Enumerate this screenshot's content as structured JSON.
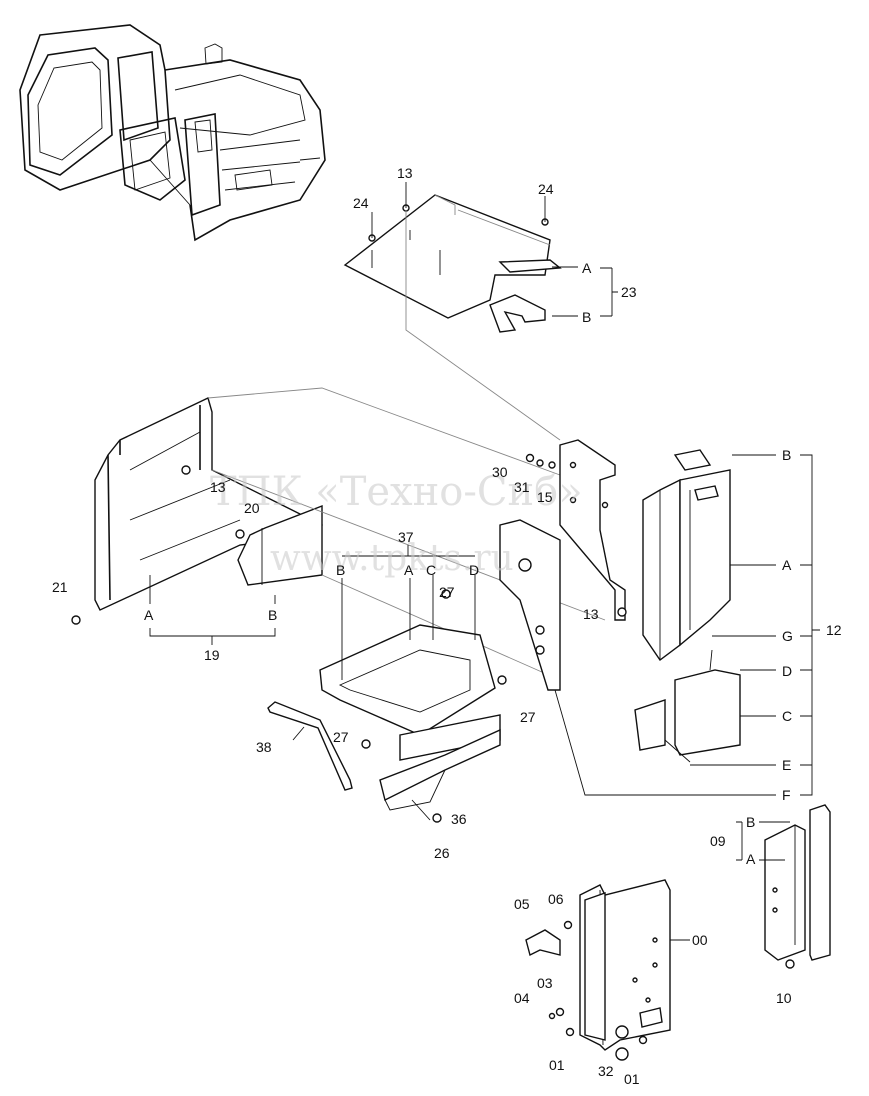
{
  "watermark": {
    "company": "ТПК «Техно-Сиб»",
    "url": "www.tpkts.ru"
  },
  "labels": {
    "p24a": "24",
    "p13a": "13",
    "p24b": "24",
    "p23": "23",
    "A23": "A",
    "B23": "B",
    "p30": "30",
    "p31": "31",
    "p15": "15",
    "p13b": "13",
    "p13c": "13",
    "p20": "20",
    "p21": "21",
    "A19": "A",
    "B19": "B",
    "p19": "19",
    "p37": "37",
    "B37": "B",
    "A37": "A",
    "C37": "C",
    "D37": "D",
    "p27a": "27",
    "p27b": "27",
    "p27c": "27",
    "p38": "38",
    "p36": "36",
    "p26": "26",
    "B12": "B",
    "A12": "A",
    "G12": "G",
    "D12": "D",
    "C12": "C",
    "E12": "E",
    "F12": "F",
    "p12": "12",
    "p09": "09",
    "B09": "B",
    "A09": "A",
    "p10": "10",
    "p05": "05",
    "p06": "06",
    "p00": "00",
    "p03": "03",
    "p04": "04",
    "p01a": "01",
    "p32": "32",
    "p01b": "01"
  }
}
